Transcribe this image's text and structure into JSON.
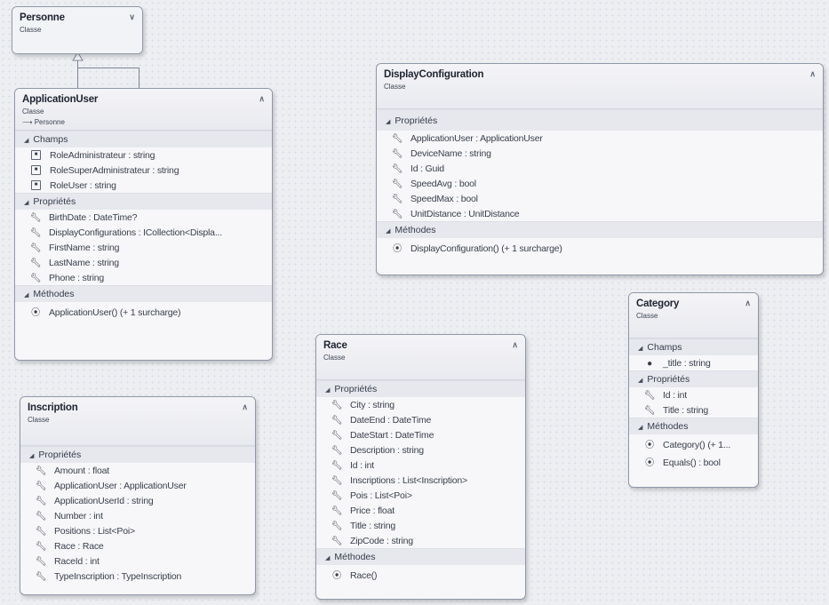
{
  "personne": {
    "title": "Personne",
    "kind": "Classe",
    "collapse_icon": "chevron-double-down"
  },
  "application_user": {
    "title": "ApplicationUser",
    "kind": "Classe",
    "inherits": "Personne",
    "sections": {
      "champs": "Champs",
      "proprietes": "Propriétés",
      "methodes": "Méthodes"
    },
    "fields": [
      "RoleAdministrateur : string",
      "RoleSuperAdministrateur : string",
      "RoleUser : string"
    ],
    "properties": [
      "BirthDate : DateTime?",
      "DisplayConfigurations : ICollection<Displa...",
      "FirstName : string",
      "LastName : string",
      "Phone : string"
    ],
    "methods": [
      "ApplicationUser() (+ 1 surcharge)"
    ]
  },
  "display_configuration": {
    "title": "DisplayConfiguration",
    "kind": "Classe",
    "sections": {
      "proprietes": "Propriétés",
      "methodes": "Méthodes"
    },
    "properties": [
      "ApplicationUser : ApplicationUser",
      "DeviceName : string",
      "Id : Guid",
      "SpeedAvg : bool",
      "SpeedMax : bool",
      "UnitDistance : UnitDistance"
    ],
    "methods": [
      "DisplayConfiguration() (+ 1 surcharge)"
    ]
  },
  "category": {
    "title": "Category",
    "kind": "Classe",
    "sections": {
      "champs": "Champs",
      "proprietes": "Propriétés",
      "methodes": "Méthodes"
    },
    "fields": [
      "_title : string"
    ],
    "properties": [
      "Id : int",
      "Title : string"
    ],
    "methods": [
      "Category() (+ 1...",
      "Equals() : bool"
    ]
  },
  "race": {
    "title": "Race",
    "kind": "Classe",
    "sections": {
      "proprietes": "Propriétés",
      "methodes": "Méthodes"
    },
    "properties": [
      "City : string",
      "DateEnd : DateTime",
      "DateStart : DateTime",
      "Description : string",
      "Id : int",
      "Inscriptions : List<Inscription>",
      "Pois : List<Poi>",
      "Price : float",
      "Title : string",
      "ZipCode : string"
    ],
    "methods": [
      "Race()"
    ]
  },
  "inscription": {
    "title": "Inscription",
    "kind": "Classe",
    "sections": {
      "proprietes": "Propriétés"
    },
    "properties": [
      "Amount : float",
      "ApplicationUser : ApplicationUser",
      "ApplicationUserId : string",
      "Number : int",
      "Positions : List<Poi>",
      "Race : Race",
      "RaceId : int",
      "TypeInscription : TypeInscription"
    ]
  }
}
